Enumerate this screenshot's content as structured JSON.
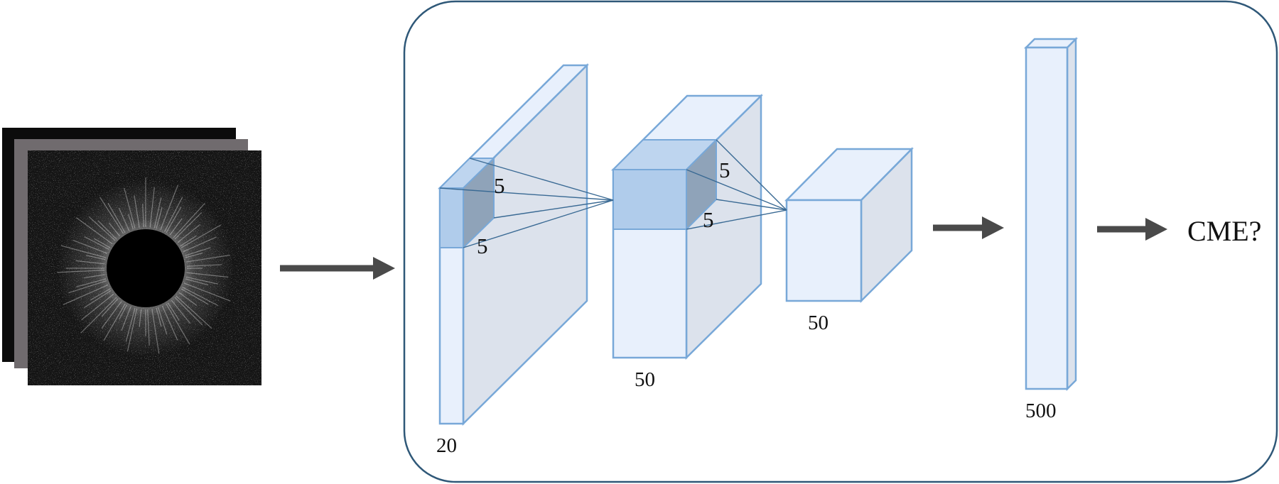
{
  "layers": [
    {
      "depth_label": "20",
      "kernel_labels": [
        "5",
        "5"
      ]
    },
    {
      "depth_label": "50",
      "kernel_labels": [
        "5",
        "5"
      ]
    },
    {
      "depth_label": "50"
    },
    {
      "depth_label": "500"
    }
  ],
  "output_label": "CME?",
  "colors": {
    "front_face": "#e8f0fc",
    "side_face": "#dce2ec",
    "top_face": "#e8f0fc",
    "edge": "#78a8d8",
    "kernel_front": "#b0cceb",
    "kernel_side": "#8fa3b9",
    "kernel_top": "#bed5ef",
    "frame": "#2f5878",
    "arrow": "#4a4a4a",
    "input_back": "#0c0c0c",
    "input_middle": "#706b6e",
    "input_front": "#141414"
  },
  "icons": [
    "arrow-right-icon",
    "image-stack-icon"
  ]
}
